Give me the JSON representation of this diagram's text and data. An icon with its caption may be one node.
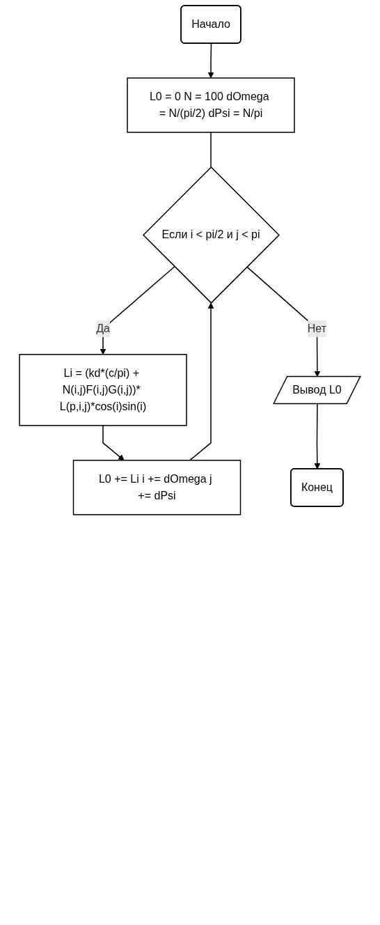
{
  "diagram": {
    "nodes": [
      {
        "text": [
          "Начало"
        ]
      },
      {
        "text": [
          "L0 = 0 N = 100 dOmega = N/(pi/2) dPsi = N/pi"
        ]
      },
      {
        "text": [
          "Если i < pi/2 и j < pi"
        ]
      },
      {
        "text": [
          "Li = (kd*(c/pi) + N(i,j)F(i,j)G(i,j))* L(p,i,j)*cos(i)sin(i)"
        ]
      },
      {
        "text": [
          "L0 += Li i += dOmega j += dPsi"
        ]
      },
      {
        "text": [
          "Вывод L0"
        ]
      },
      {
        "text": [
          "Конец"
        ]
      }
    ],
    "edges": [
      {
        "from": 0,
        "to": 1,
        "arrow": "to"
      },
      {
        "from": 1,
        "to": 2,
        "arrow": "none"
      },
      {
        "from": 2,
        "to": 3,
        "arrow": "to",
        "label": "Да"
      },
      {
        "from": 3,
        "to": 4,
        "arrow": "to"
      },
      {
        "from": 4,
        "to": 2,
        "arrow": "to"
      },
      {
        "from": 2,
        "to": 5,
        "arrow": "to",
        "label": "Нет"
      },
      {
        "from": 5,
        "to": 6,
        "arrow": "to"
      }
    ]
  }
}
